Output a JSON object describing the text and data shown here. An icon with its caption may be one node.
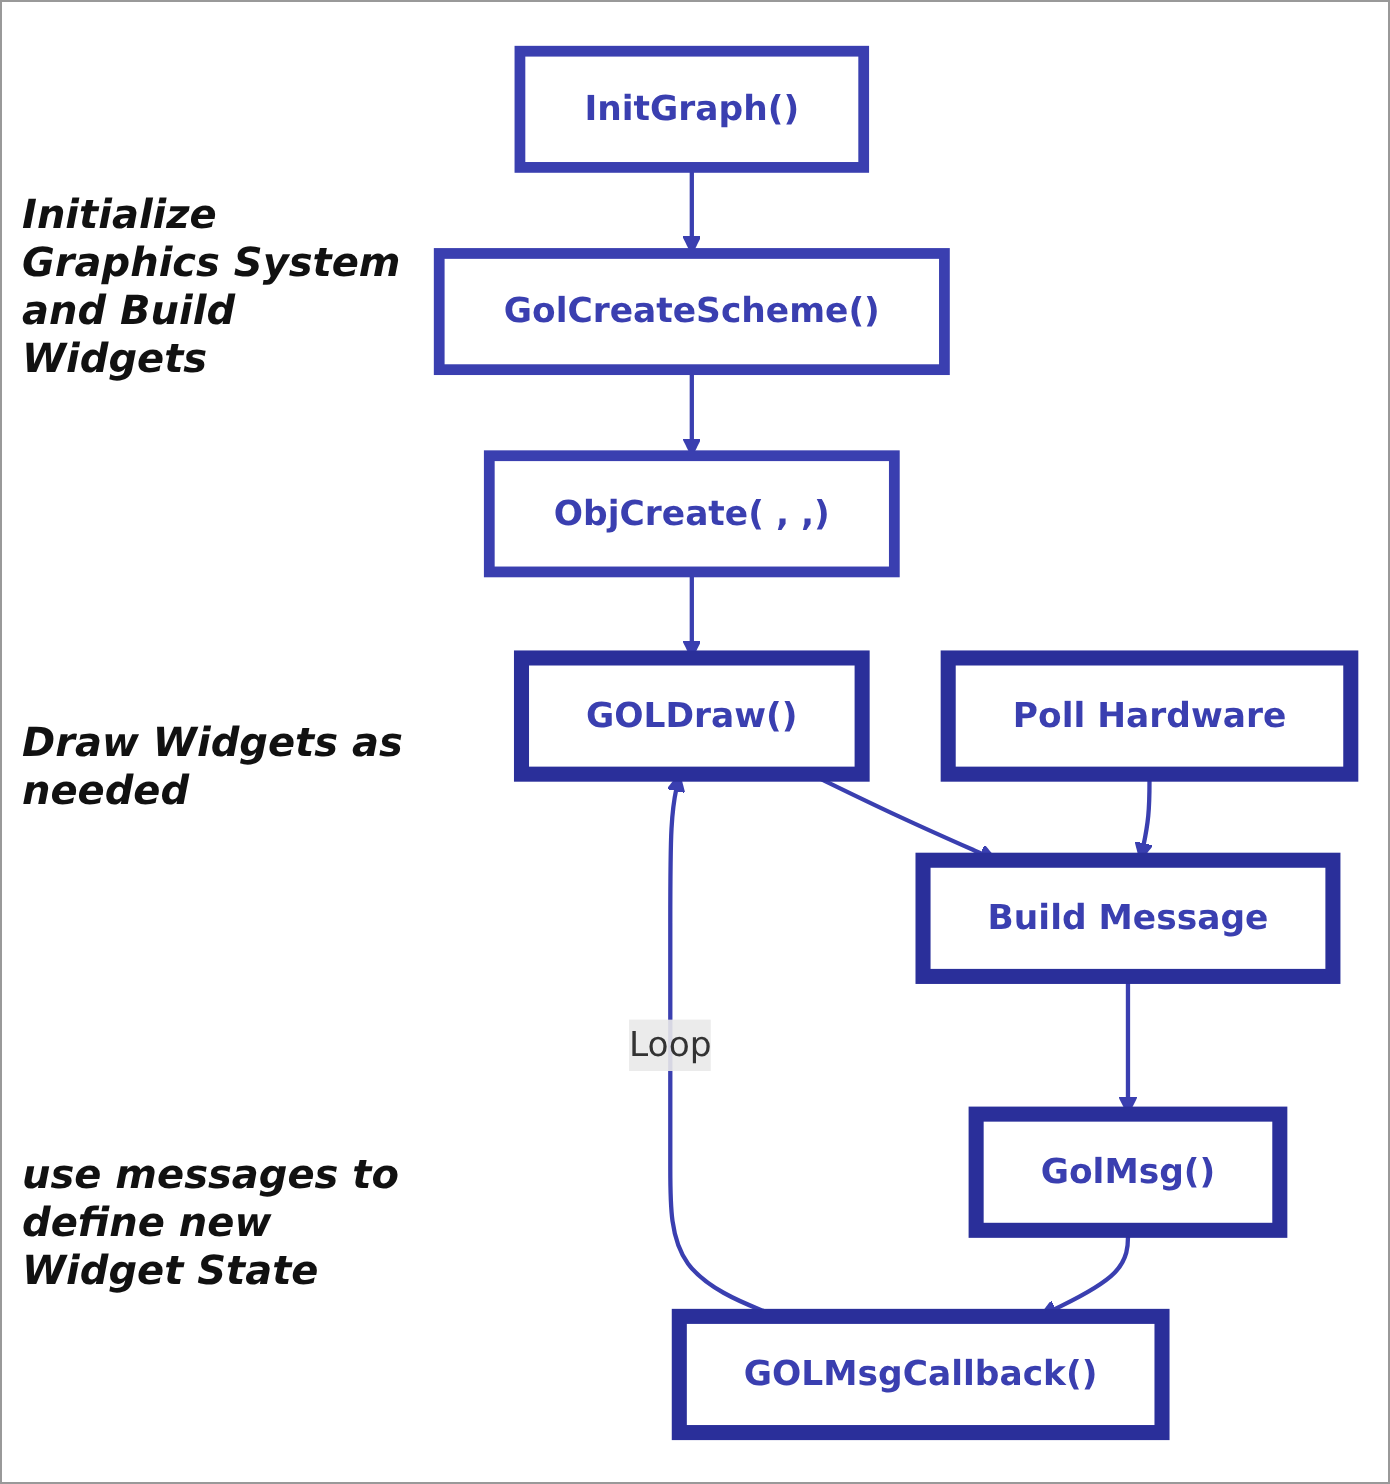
{
  "diagram": {
    "nodes": [
      {
        "text": [
          "InitGraph()"
        ]
      },
      {
        "text": [
          "GolCreateScheme()"
        ]
      },
      {
        "text": [
          "ObjCreate( , ,)"
        ]
      },
      {
        "text": [
          "GOLDraw()"
        ]
      },
      {
        "text": [
          "Poll Hardware"
        ]
      },
      {
        "text": [
          "Build Message"
        ]
      },
      {
        "text": [
          "GolMsg()"
        ]
      },
      {
        "text": [
          "GOLMsgCallback()"
        ]
      }
    ],
    "edges": [
      {
        "from": 0,
        "to": 1,
        "arrow": "to"
      },
      {
        "from": 1,
        "to": 2,
        "arrow": "to"
      },
      {
        "from": 2,
        "to": 3,
        "arrow": "to"
      },
      {
        "from": 3,
        "to": 5,
        "arrow": "to"
      },
      {
        "from": 4,
        "to": 5,
        "arrow": "to"
      },
      {
        "from": 5,
        "to": 6,
        "arrow": "to"
      },
      {
        "from": 6,
        "to": 7,
        "arrow": "to"
      },
      {
        "from": 7,
        "to": 3,
        "arrow": "to",
        "label": "Loop"
      }
    ],
    "labels": [
      "Initialize Graphics System and Build Widgets",
      "Draw Widgets as needed",
      "use messages to define new Widget State"
    ]
  }
}
